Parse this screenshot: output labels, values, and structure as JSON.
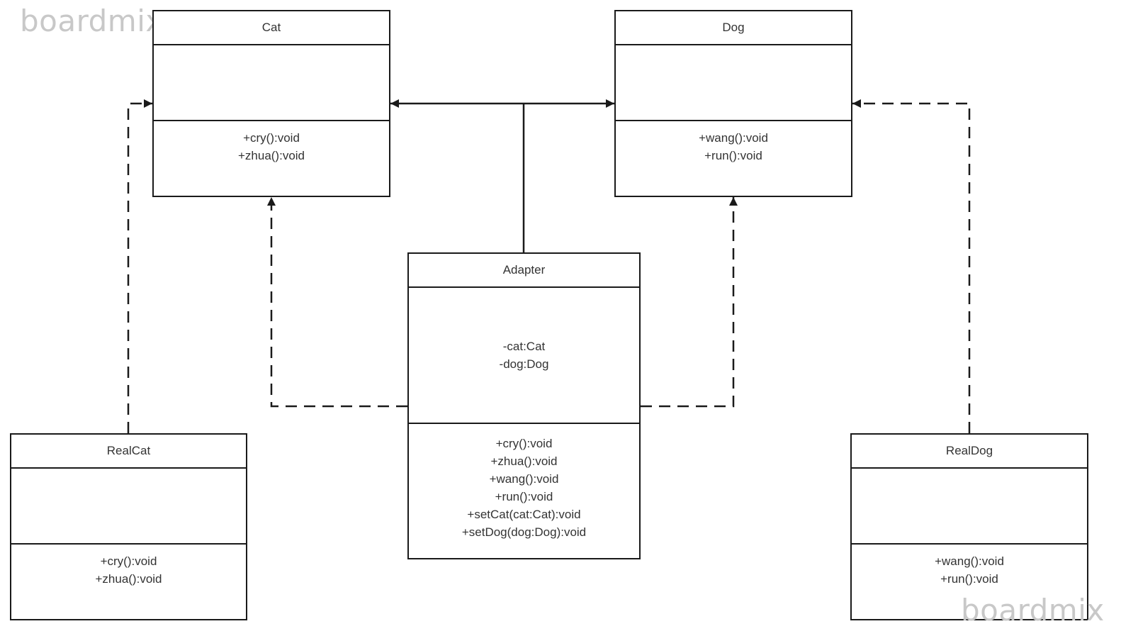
{
  "watermark": "boardmix",
  "classes": {
    "cat": {
      "name": "Cat",
      "attributes": [],
      "methods": [
        "+cry():void",
        "+zhua():void"
      ]
    },
    "dog": {
      "name": "Dog",
      "attributes": [],
      "methods": [
        "+wang():void",
        "+run():void"
      ]
    },
    "adapter": {
      "name": "Adapter",
      "attributes": [
        "-cat:Cat",
        "-dog:Dog"
      ],
      "methods": [
        "+cry():void",
        "+zhua():void",
        "+wang():void",
        "+run():void",
        "+setCat(cat:Cat):void",
        "+setDog(dog:Dog):void"
      ]
    },
    "realcat": {
      "name": "RealCat",
      "attributes": [],
      "methods": [
        "+cry():void",
        "+zhua():void"
      ]
    },
    "realdog": {
      "name": "RealDog",
      "attributes": [],
      "methods": [
        "+wang():void",
        "+run():void"
      ]
    }
  },
  "relations": [
    {
      "from": "Adapter",
      "to": "Cat",
      "kind": "association"
    },
    {
      "from": "Adapter",
      "to": "Dog",
      "kind": "association"
    },
    {
      "from": "Adapter",
      "to": "Cat",
      "kind": "realization"
    },
    {
      "from": "Adapter",
      "to": "Dog",
      "kind": "realization"
    },
    {
      "from": "RealCat",
      "to": "Cat",
      "kind": "realization"
    },
    {
      "from": "RealDog",
      "to": "Dog",
      "kind": "realization"
    }
  ],
  "colors": {
    "stroke": "#1a1a1a",
    "text": "#333333",
    "watermark": "#c8c8c8",
    "background": "#ffffff"
  }
}
